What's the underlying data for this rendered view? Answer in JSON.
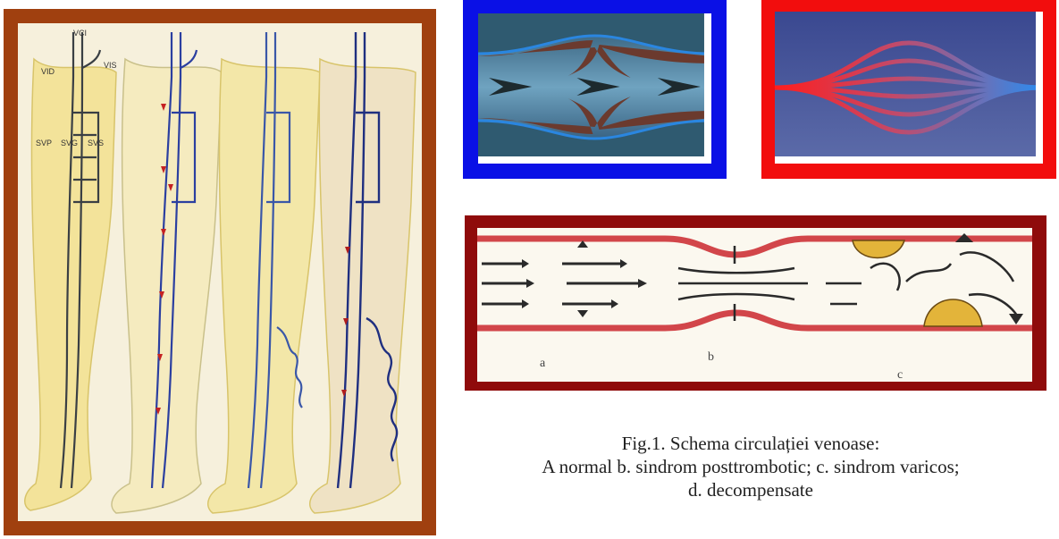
{
  "legs_panel": {
    "labels": {
      "vci": "VCI",
      "vid": "VID",
      "vis": "VIS",
      "svp": "SVP",
      "svg": "SVG",
      "svs": "SVS"
    }
  },
  "flow_panel": {
    "labels": {
      "a": "a",
      "b": "b",
      "c": "c"
    }
  },
  "caption": {
    "line1": "Fig.1. Schema circulației venoase:",
    "line2": "A normal b. sindrom posttrombotic; c. sindrom varicos;",
    "line3": "d. decompensate"
  },
  "colors": {
    "blue_frame": "#0a10e6",
    "red_frame": "#f20d0d",
    "brown_frame": "#a0400f",
    "dark_red_frame": "#8f0b0b"
  }
}
